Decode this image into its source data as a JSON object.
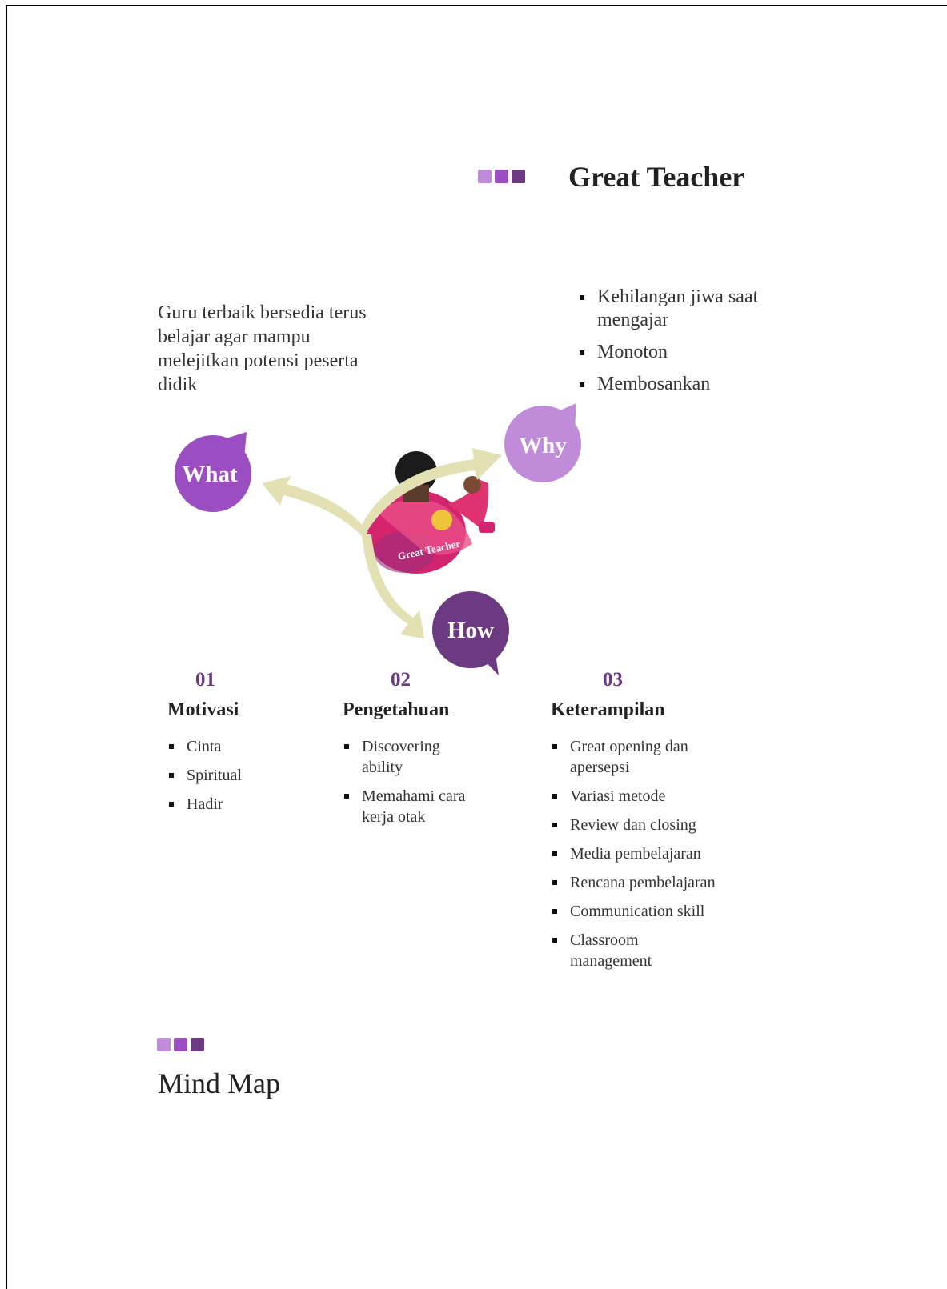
{
  "header": {
    "title": "Great Teacher",
    "squares": [
      "#c08cd9",
      "#9b4ec2",
      "#6b3a80"
    ]
  },
  "what": {
    "label": "What",
    "color": "#9b4ec2",
    "description": "Guru terbaik bersedia terus belajar agar mampu melejitkan potensi peserta didik"
  },
  "why": {
    "label": "Why",
    "color": "#c08cd9",
    "items": [
      "Kehilangan jiwa saat mengajar",
      "Monoton",
      "Membosankan"
    ]
  },
  "how": {
    "label": "How",
    "color": "#6b3a80"
  },
  "center_photo": {
    "icon": "teacher-photo",
    "shirt_text": "Great Teacher"
  },
  "arrow_color": "#e3e0b4",
  "columns": [
    {
      "number": "01",
      "title": "Motivasi",
      "items": [
        "Cinta",
        "Spiritual",
        "Hadir"
      ]
    },
    {
      "number": "02",
      "title": "Pengetahuan",
      "items": [
        "Discovering ability",
        "Memahami cara kerja otak"
      ]
    },
    {
      "number": "03",
      "title": "Keterampilan",
      "items": [
        "Great opening dan apersepsi",
        "Variasi metode",
        "Review dan closing",
        "Media pembelajaran",
        "Rencana pembelajaran",
        "Communication skill",
        "Classroom management"
      ]
    }
  ],
  "footer": {
    "title": "Mind Map",
    "squares": [
      "#c08cd9",
      "#9b4ec2",
      "#6b3a80"
    ]
  }
}
